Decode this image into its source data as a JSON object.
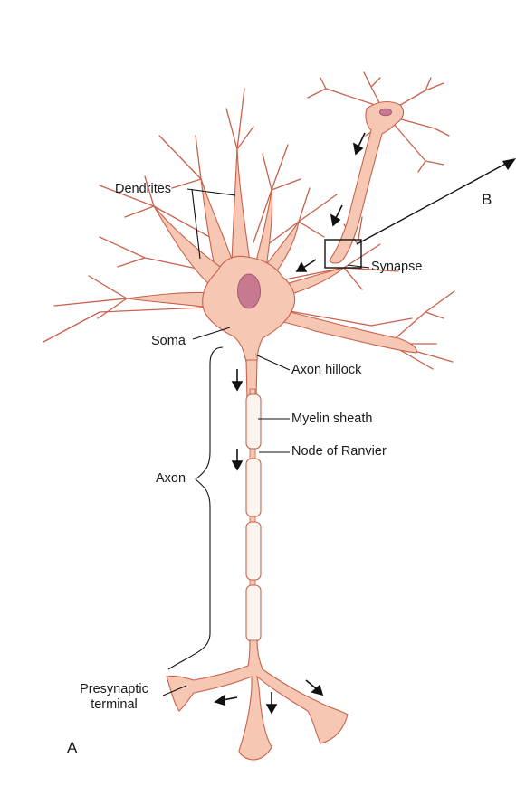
{
  "labels": {
    "dendrites": "Dendrites",
    "synapse": "Synapse",
    "soma": "Soma",
    "axon_hillock": "Axon hillock",
    "myelin_sheath": "Myelin sheath",
    "node_of_ranvier": "Node of Ranvier",
    "axon": "Axon",
    "presynaptic_terminal_line1": "Presynaptic",
    "presynaptic_terminal_line2": "terminal",
    "panel_a": "A",
    "panel_b": "B"
  },
  "colors": {
    "cell_fill": "#f6c8b4",
    "cell_stroke": "#c9614b",
    "nucleus": "#c77a8f",
    "myelin_fill": "#fcf4ef",
    "leader_line": "#111111"
  }
}
